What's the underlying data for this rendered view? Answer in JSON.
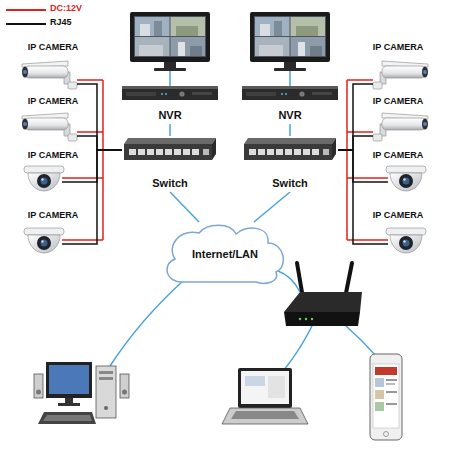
{
  "diagram": {
    "nodes": [
      {
        "text": [
          "IP CAMERA"
        ]
      },
      {
        "text": [
          "NVR"
        ]
      },
      {
        "text": [
          "NVR"
        ]
      },
      {
        "text": [
          "IP CAMERA"
        ]
      },
      {
        "text": [
          "IP CAMERA"
        ]
      },
      {
        "text": [
          "IP CAMERA"
        ]
      },
      {
        "text": [
          "Switch"
        ]
      },
      {
        "text": [
          "Switch"
        ]
      },
      {
        "text": [
          "IP CAMERA"
        ]
      },
      {
        "text": [
          "IP CAMERA"
        ]
      },
      {
        "text": [
          "IP CAMERA"
        ]
      },
      {
        "text": [
          "IP CAMERA"
        ]
      },
      {
        "text": [
          "Internet/LAN"
        ]
      }
    ],
    "edges": [
      {
        "from": 0,
        "to": 6,
        "arrow": "none"
      },
      {
        "from": 4,
        "to": 6,
        "arrow": "none"
      },
      {
        "from": 8,
        "to": 6,
        "arrow": "none"
      },
      {
        "from": 10,
        "to": 6,
        "arrow": "none"
      },
      {
        "from": 3,
        "to": 7,
        "arrow": "none"
      },
      {
        "from": 5,
        "to": 7,
        "arrow": "none"
      },
      {
        "from": 9,
        "to": 7,
        "arrow": "none"
      },
      {
        "from": 11,
        "to": 7,
        "arrow": "none"
      },
      {
        "from": 1,
        "to": 6,
        "arrow": "none"
      },
      {
        "from": 2,
        "to": 7,
        "arrow": "none"
      },
      {
        "from": 6,
        "to": 12,
        "arrow": "none"
      },
      {
        "from": 7,
        "to": 12,
        "arrow": "none"
      }
    ],
    "legend": [
      {
        "text": "DC:12V"
      },
      {
        "text": "RJ45"
      }
    ]
  }
}
